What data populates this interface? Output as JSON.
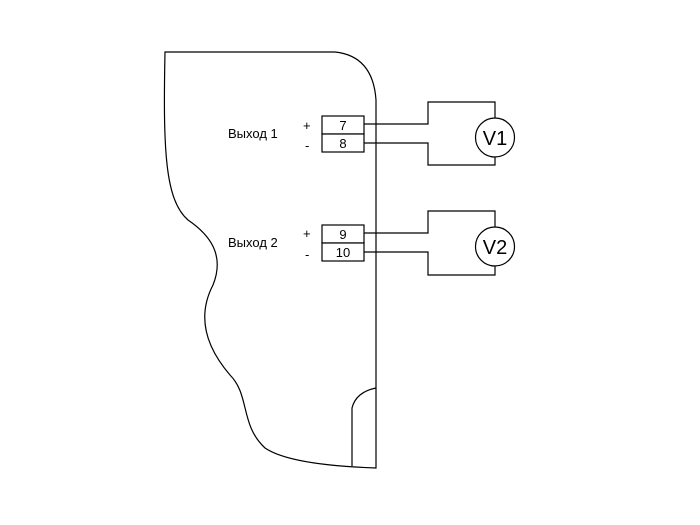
{
  "outputs": [
    {
      "label": "Выход 1",
      "plus_sign": "+",
      "minus_sign": "-",
      "terminal_plus": "7",
      "terminal_minus": "8",
      "meter": "V1"
    },
    {
      "label": "Выход 2",
      "plus_sign": "+",
      "minus_sign": "-",
      "terminal_plus": "9",
      "terminal_minus": "10",
      "meter": "V2"
    }
  ]
}
